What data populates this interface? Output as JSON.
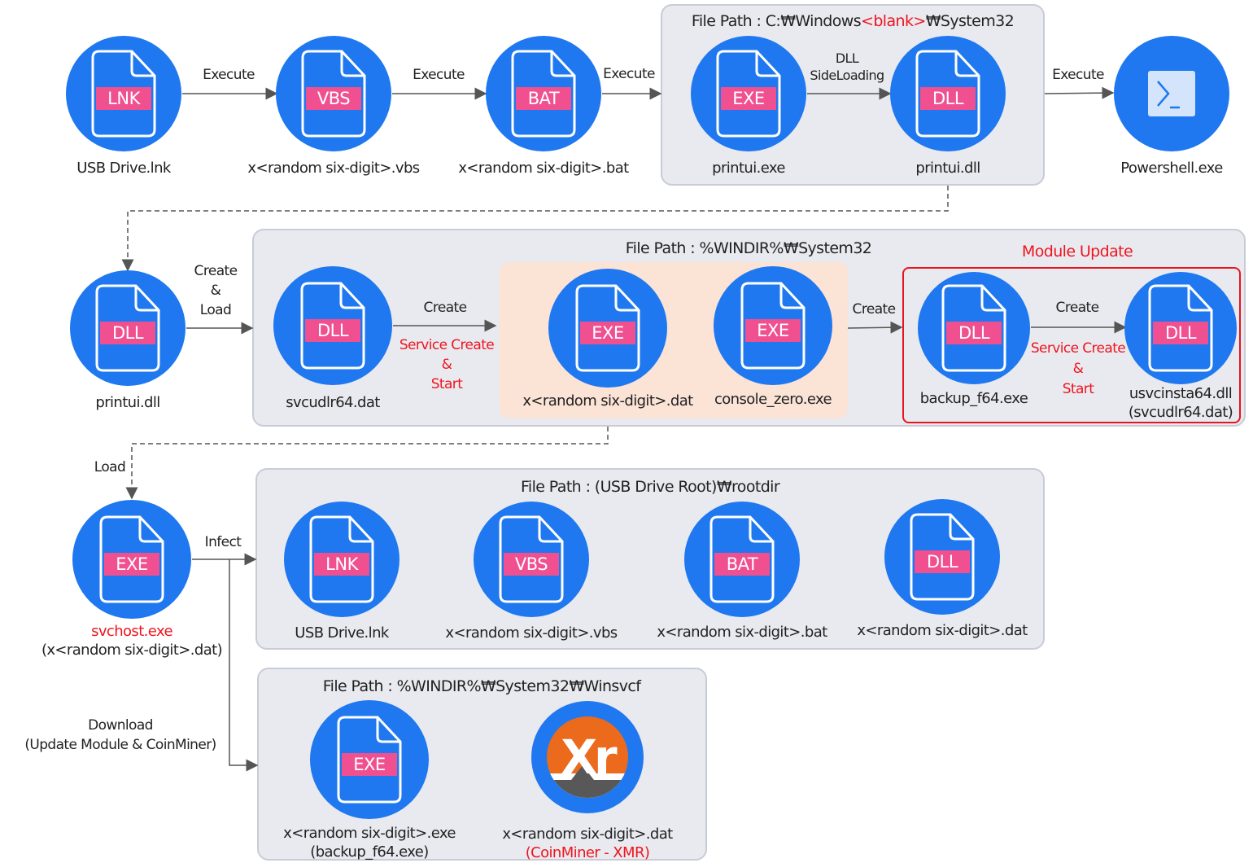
{
  "row1": {
    "nodes": [
      {
        "tag": "LNK",
        "name": "USB Drive.lnk"
      },
      {
        "tag": "VBS",
        "name": "x<random six-digit>.vbs"
      },
      {
        "tag": "BAT",
        "name": "x<random six-digit>.bat"
      },
      {
        "tag": "EXE",
        "name": "printui.exe"
      },
      {
        "tag": "DLL",
        "name": "printui.dll"
      },
      {
        "tag": "",
        "name": "Powershell.exe",
        "icon": "powershell-icon"
      }
    ],
    "box_title_prefix": "File Path : C:₩Windows",
    "box_title_red": "<blank>",
    "box_title_suffix": "₩System32",
    "edges": [
      "Execute",
      "Execute",
      "Execute",
      "DLL",
      "SideLoading",
      "Execute"
    ]
  },
  "row2": {
    "nodes": [
      {
        "tag": "DLL",
        "name": "printui.dll"
      },
      {
        "tag": "DLL",
        "name": "svcudlr64.dat"
      },
      {
        "tag": "EXE",
        "name": "x<random six-digit>.dat"
      },
      {
        "tag": "EXE",
        "name": "console_zero.exe"
      },
      {
        "tag": "DLL",
        "name": "backup_f64.exe"
      },
      {
        "tag": "DLL",
        "name": "usvcinsta64.dll",
        "name2": "(svcudlr64.dat)"
      }
    ],
    "box_title": "File Path : %WINDIR%₩System32",
    "module_update": "Module Update",
    "edges": {
      "create_load": [
        "Create",
        "&",
        "Load"
      ],
      "create1": "Create",
      "service1": [
        "Service Create",
        "&",
        "Start"
      ],
      "create2": "Create",
      "create3": "Create",
      "service2": [
        "Service Create",
        "&",
        "Start"
      ]
    }
  },
  "row3": {
    "source": {
      "tag": "EXE",
      "name": "svchost.exe",
      "name2": "(x<random six-digit>.dat)"
    },
    "load": "Load",
    "infect": "Infect",
    "download": [
      "Download",
      "(Update Module & CoinMiner)"
    ],
    "box_title": "File Path : (USB Drive Root)₩rootdir",
    "nodes": [
      {
        "tag": "LNK",
        "name": "USB Drive.lnk"
      },
      {
        "tag": "VBS",
        "name": "x<random six-digit>.vbs"
      },
      {
        "tag": "BAT",
        "name": "x<random six-digit>.bat"
      },
      {
        "tag": "DLL",
        "name": "x<random six-digit>.dat"
      }
    ]
  },
  "row4": {
    "box_title": "File Path : %WINDIR%₩System32₩Winsvcf",
    "nodes": [
      {
        "tag": "EXE",
        "name": "x<random six-digit>.exe",
        "name2": "(backup_f64.exe)"
      },
      {
        "tag": "",
        "name": "x<random six-digit>.dat",
        "name2": "(CoinMiner - XMR)",
        "icon": "xmrig-logo-icon",
        "logo_text": "Xr"
      }
    ]
  },
  "colors": {
    "node": "#1f78f0",
    "tag": "#f0508f",
    "highlight": "#f0141e",
    "box": "#e9eaf0",
    "peach": "#fbe3d6"
  }
}
